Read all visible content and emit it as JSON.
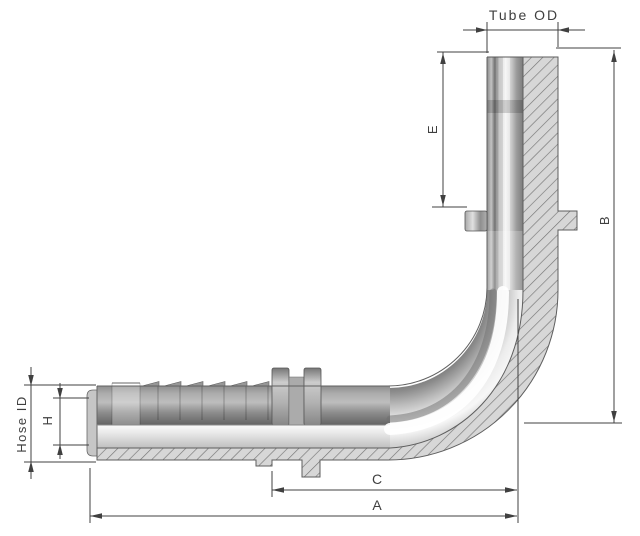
{
  "drawing": {
    "description": "90 degree elbow hose barb fitting section view",
    "dimension_labels": {
      "tube_od": "Tube OD",
      "e": "E",
      "b": "B",
      "hose_id": "Hose ID",
      "h": "H",
      "c": "C",
      "a": "A"
    },
    "colors": {
      "background": "#ffffff",
      "dimension_lines": "#404040",
      "label_text": "#3f3f3f",
      "hatch_fill": "#d7d7d7",
      "hatch_lines": "#757575",
      "outline": "#5a5a5a",
      "metal_highlight": "#f7f7f7",
      "metal_shadow": "#6a6a6a"
    }
  }
}
